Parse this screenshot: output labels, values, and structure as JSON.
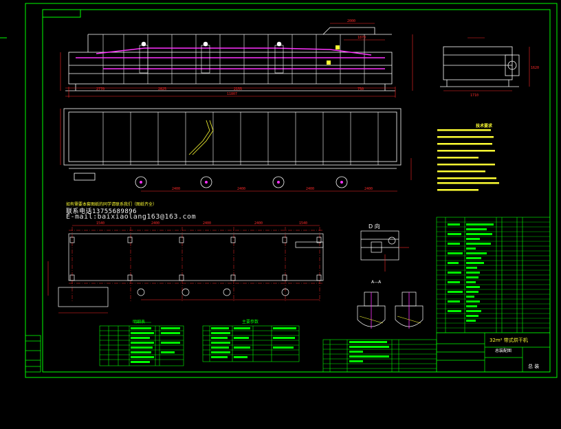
{
  "drawing": {
    "colors": {
      "background": "#000000",
      "frame": "#00ff00",
      "outline": "#ffffff",
      "dimension": "#ff2a2a",
      "centerline": "#ff2a2a",
      "accent_magenta": "#ff33ff",
      "accent_yellow": "#ffff33",
      "accent_cyan": "#33ffff",
      "fill_green": "#00ff00"
    },
    "dimensions": {
      "overall_length": "11807",
      "d1": "2770",
      "d2": "2825",
      "d3": "2155",
      "d4": "750",
      "d5": "2000",
      "d6": "1870",
      "plan_span_1": "2400",
      "plan_span_2": "2400",
      "plan_span_3": "2400",
      "plan_span_4": "2400",
      "foundation_1": "1540",
      "foundation_2": "2400",
      "foundation_3": "2400",
      "foundation_4": "2400",
      "foundation_5": "1540",
      "side_h1": "1620",
      "side_w1": "1710"
    },
    "views": {
      "view_d": "D 向",
      "section_aa": "A—A"
    },
    "contact": {
      "note": "如有需要本套图纸的同学请联系我们（图纸齐全）",
      "phone": "联系电话13755689896",
      "email": "E-mail:baixiaolang163@163.com"
    },
    "tech_requirements_title": "技术要求",
    "tables": {
      "parts_list_left_title": "明细表",
      "parts_list_mid_title": "主要参数",
      "title_block": {
        "product": "32m² 带式烘干机",
        "subtitle": "总装配图",
        "material": "总 装"
      }
    }
  }
}
